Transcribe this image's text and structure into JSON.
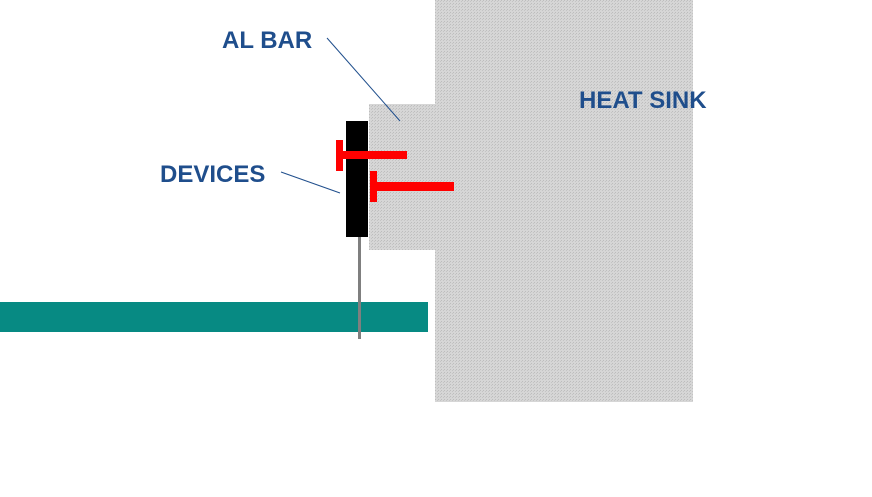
{
  "labels": {
    "al_bar": "AL BAR",
    "heat_sink": "HEAT SINK",
    "devices": "DEVICES"
  },
  "colors": {
    "label_text": "#1f4e8c",
    "heat_sink_fill": "#d2d2d2",
    "al_bar_fill": "#d2d2d2",
    "device_body": "#000000",
    "device_lead": "#7f7f7f",
    "screw": "#ff0000",
    "pcb": "#078a83",
    "leader_line": "#1f4e8c"
  }
}
